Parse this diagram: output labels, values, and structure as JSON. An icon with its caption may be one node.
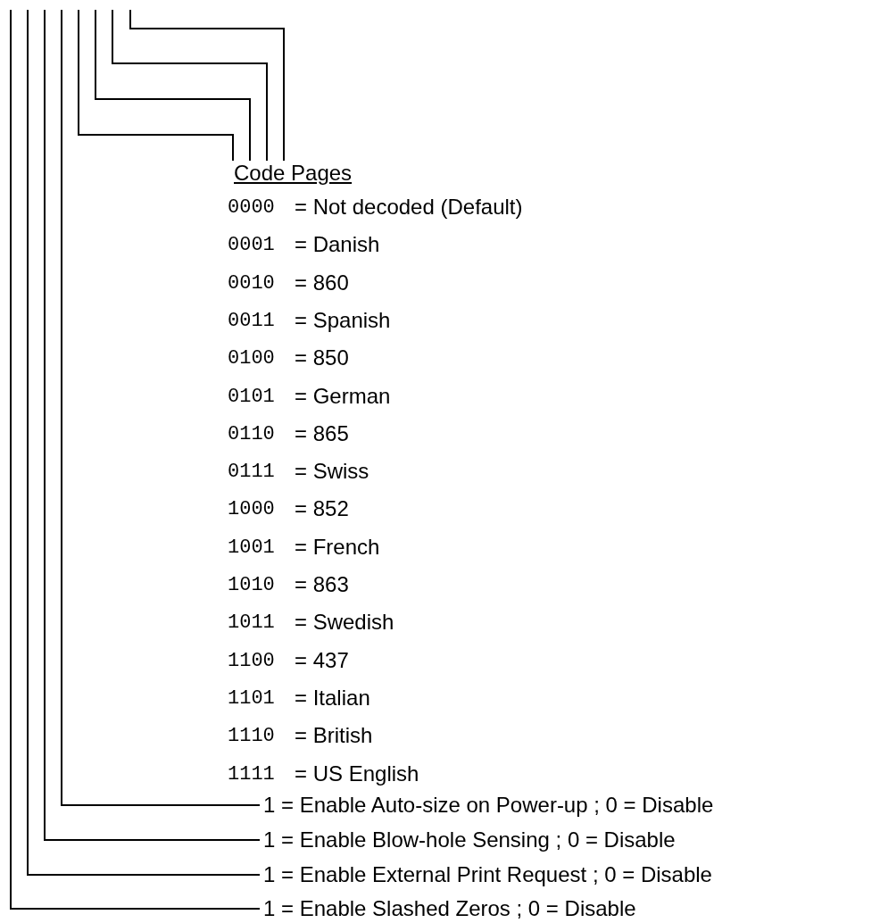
{
  "diagram": {
    "nodes": [
      {
        "text": [
          "1 = Enable Auto-size on Power-up ; 0 = Disable"
        ]
      },
      {
        "text": [
          "1 = Enable Blow-hole Sensing ; 0 = Disable"
        ]
      },
      {
        "text": [
          "1 = Enable External Print Request ; 0 = Disable"
        ]
      },
      {
        "text": [
          "1 = Enable Slashed Zeros ; 0 = Disable"
        ]
      },
      {
        "text": [
          "Code Pages"
        ]
      }
    ],
    "edges": [
      {
        "from": null,
        "to": 3,
        "arrow": "none"
      },
      {
        "from": null,
        "to": 2,
        "arrow": "none"
      },
      {
        "from": null,
        "to": 1,
        "arrow": "none"
      },
      {
        "from": null,
        "to": 0,
        "arrow": "none"
      },
      {
        "from": null,
        "to": 4,
        "arrow": "none"
      },
      {
        "from": null,
        "to": 4,
        "arrow": "none"
      },
      {
        "from": null,
        "to": 4,
        "arrow": "none"
      },
      {
        "from": null,
        "to": 4,
        "arrow": "none"
      }
    ],
    "labels": [
      "0000",
      "= Not decoded (Default)",
      "0001",
      "= Danish",
      "0010",
      "= 860",
      "0011",
      "= Spanish",
      "0100",
      "= 850",
      "0101",
      "= German",
      "0110",
      "= 865",
      "0111",
      "= Swiss",
      "1000",
      "= 852",
      "1001",
      "= French",
      "1010",
      "= 863",
      "1011",
      "= Swedish",
      "1100",
      "= 437",
      "1101",
      "= Italian",
      "1110",
      "= British",
      "1111",
      "= US English"
    ]
  }
}
